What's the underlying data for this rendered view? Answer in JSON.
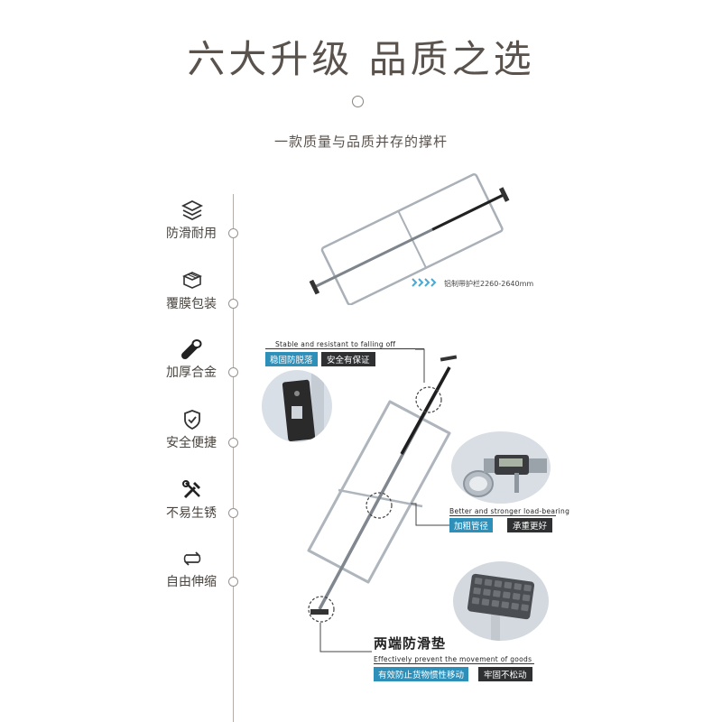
{
  "header": {
    "title": "六大升级  品质之选",
    "subtitle": "一款质量与品质并存的撑杆"
  },
  "features": [
    {
      "label": "防滑耐用",
      "icon": "layers-icon"
    },
    {
      "label": "覆膜包装",
      "icon": "package-icon"
    },
    {
      "label": "加厚合金",
      "icon": "pipe-icon"
    },
    {
      "label": "安全便捷",
      "icon": "shield-check-icon"
    },
    {
      "label": "不易生锈",
      "icon": "tools-icon"
    },
    {
      "label": "自由伸缩",
      "icon": "swap-arrows-icon"
    }
  ],
  "diagram": {
    "dimension_label": "铝制带护栏2260-2640mm"
  },
  "callouts": {
    "stable": {
      "en": "Stable and resistant to falling off",
      "tag1": "稳固防脱落",
      "tag2": "安全有保证"
    },
    "tube": {
      "en": "Better and stronger load-bearing",
      "tag1": "加粗管径",
      "tag2": "承重更好"
    },
    "pad": {
      "title": "两端防滑垫",
      "en": "Effectively prevent the movement of goods",
      "tag1": "有效防止货物惯性移动",
      "tag2": "牢固不松动"
    }
  },
  "colors": {
    "accent_blue": "#2e8fb8",
    "dark_tag": "#2f3032",
    "text": "#5a524c"
  }
}
